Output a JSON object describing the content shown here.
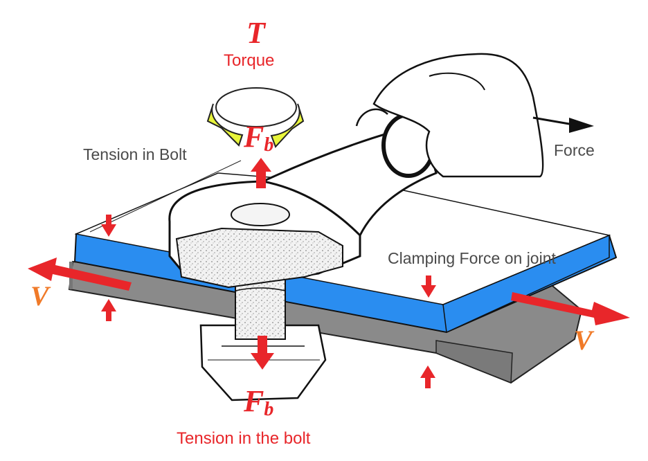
{
  "labels": {
    "torque_symbol": "T",
    "torque": "Torque",
    "fb_symbol": "F",
    "fb_sub": "b",
    "tension_in_bolt": "Tension in Bolt",
    "force": "Force",
    "clamping_force": "Clamping Force on joint",
    "v_symbol": "V",
    "tension_in_the_bolt": "Tension in the bolt"
  },
  "colors": {
    "plate_top": "#2a8df0",
    "plate_bottom": "#8a8a8a",
    "arrow_red": "#e8262a",
    "v_label_orange": "#f07a28",
    "torque_arrow_yellow": "#e8f53a"
  },
  "icons": [
    "torque-rotation-arrow",
    "hand-wrench",
    "bolt",
    "nut",
    "force-arrow"
  ]
}
